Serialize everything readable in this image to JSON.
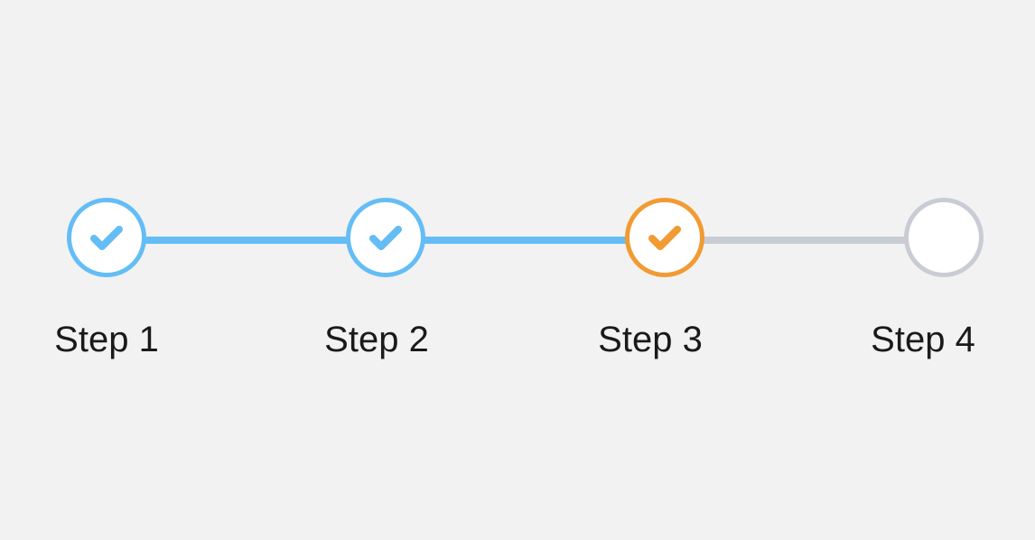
{
  "stepper": {
    "steps": [
      {
        "label": "Step 1",
        "state": "completed",
        "color": "#64bdf5",
        "icon": "check-icon"
      },
      {
        "label": "Step 2",
        "state": "completed",
        "color": "#64bdf5",
        "icon": "check-icon"
      },
      {
        "label": "Step 3",
        "state": "current",
        "color": "#f19b33",
        "icon": "check-icon"
      },
      {
        "label": "Step 4",
        "state": "pending",
        "color": "#c8ccd4",
        "icon": ""
      }
    ],
    "connectors": [
      {
        "state": "completed",
        "color": "#64bdf5"
      },
      {
        "state": "completed",
        "color": "#64bdf5"
      },
      {
        "state": "pending",
        "color": "#c8ccd4"
      }
    ]
  }
}
